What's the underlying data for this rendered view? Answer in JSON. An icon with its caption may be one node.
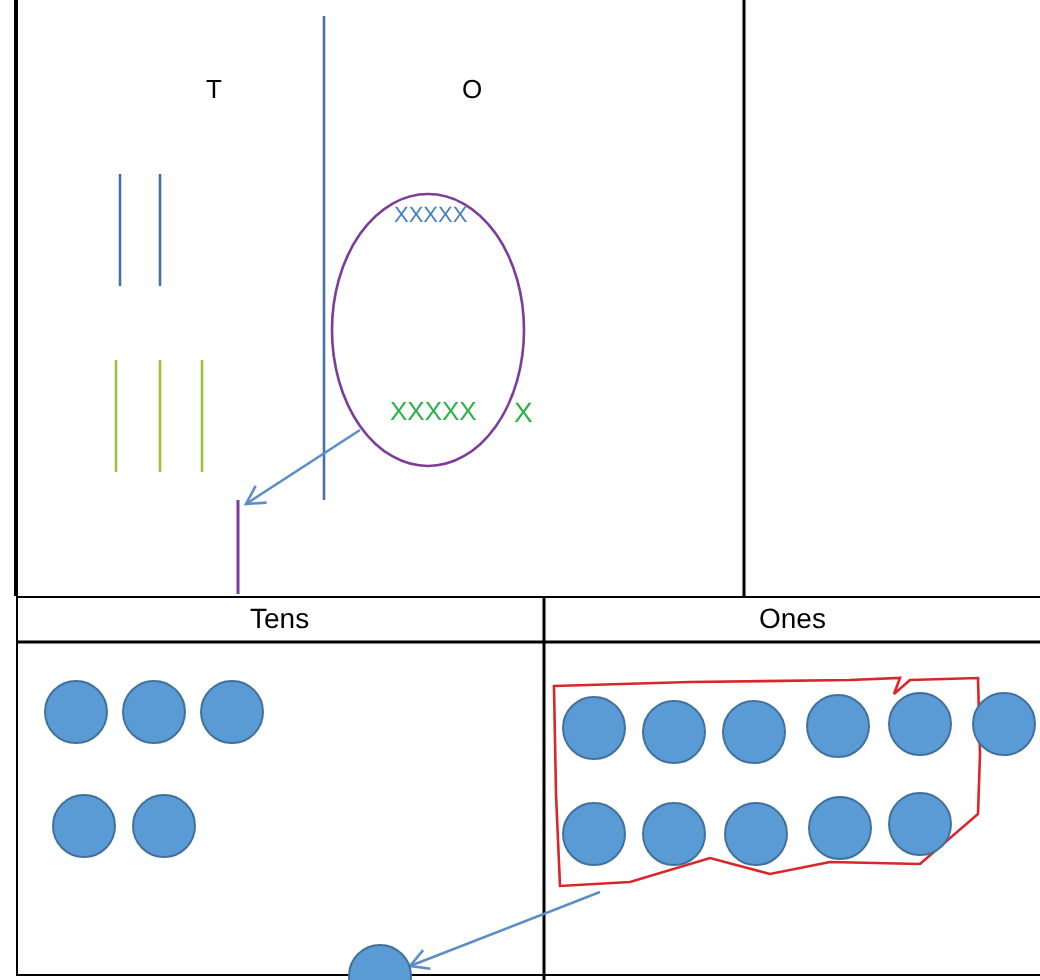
{
  "diagram": {
    "nodes": [
      {
        "text": [
          "XXXXX",
          "XXXXX"
        ]
      },
      {
        "text": [],
        "shape": "bar"
      },
      {
        "text": [],
        "shape": "circle"
      },
      {
        "text": [],
        "shape": "circle"
      },
      {
        "text": [],
        "shape": "circle"
      },
      {
        "text": [],
        "shape": "circle"
      },
      {
        "text": [],
        "shape": "circle"
      },
      {
        "text": [],
        "shape": "box"
      },
      {
        "text": [],
        "shape": "circle",
        "in": 7
      },
      {
        "text": [],
        "shape": "circle",
        "in": 7
      },
      {
        "text": [],
        "shape": "circle",
        "in": 7
      },
      {
        "text": [],
        "shape": "circle",
        "in": 7
      },
      {
        "text": [],
        "shape": "circle",
        "in": 7
      },
      {
        "text": [],
        "shape": "circle",
        "in": 7
      },
      {
        "text": [],
        "shape": "circle",
        "in": 7
      },
      {
        "text": [],
        "shape": "circle",
        "in": 7
      },
      {
        "text": [],
        "shape": "circle",
        "in": 7
      },
      {
        "text": [],
        "shape": "circle",
        "in": 7
      },
      {
        "text": [],
        "shape": "circle"
      },
      {
        "text": [],
        "shape": "circle"
      }
    ],
    "edges": [
      {
        "from": 0,
        "to": 1,
        "arrow": "to"
      },
      {
        "from": 7,
        "to": 19,
        "arrow": "to"
      }
    ],
    "labels": [
      "T",
      "O",
      "X",
      "Tens",
      "Ones"
    ]
  }
}
